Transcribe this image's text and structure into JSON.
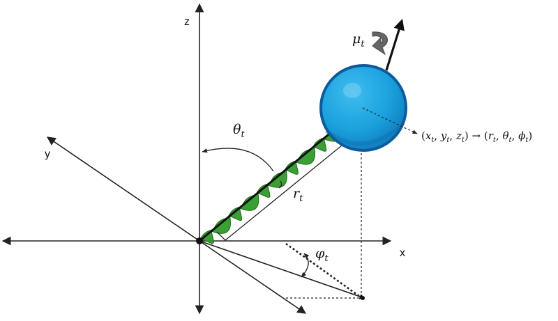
{
  "axes": {
    "x_label": "x",
    "y_label": "y",
    "z_label": "z"
  },
  "labels": {
    "theta": "θ",
    "theta_sub": "t",
    "phi": "φ",
    "phi_sub": "t",
    "r": "r",
    "r_sub": "t",
    "mu": "μ",
    "mu_sub": "t",
    "coordinates": "(x_t, y_t, z_t) → (r_t, θ_t, ϕ_t)"
  },
  "colors": {
    "sphere_fill": "#1aa0dc",
    "sphere_dark": "#0d5a9c",
    "sphere_highlight": "#7fd0f2",
    "spring_fill": "#2f9a2a",
    "spring_edge": "#1a6a16",
    "ink": "#222222"
  },
  "icons": {
    "rotation": "curved-arrow-icon"
  }
}
